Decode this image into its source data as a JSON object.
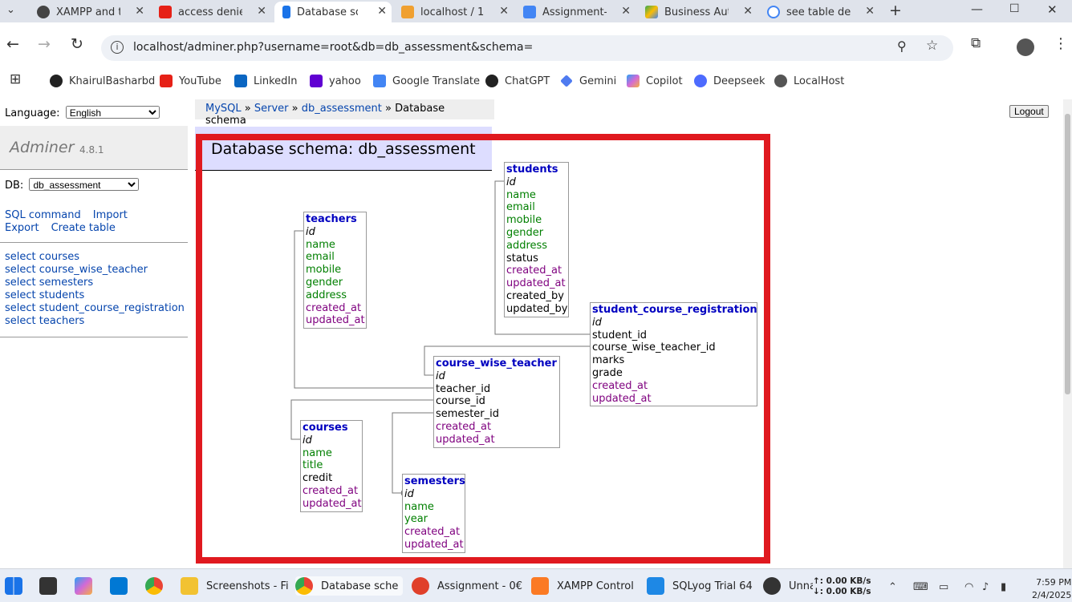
{
  "browser": {
    "tabs": [
      {
        "title": "XAMPP and t",
        "color": "#444",
        "active": false
      },
      {
        "title": "access denie",
        "color": "#e62117",
        "active": false
      },
      {
        "title": "Database sch",
        "color": "#1a73e8",
        "active": true
      },
      {
        "title": "localhost / 1",
        "color": "#f0a030",
        "active": false
      },
      {
        "title": "Assignment-",
        "color": "#4285f4",
        "active": false
      },
      {
        "title": "Business Aut",
        "color": "#34a853",
        "active": false
      },
      {
        "title": "see table des",
        "color": "#4285f4",
        "active": false
      }
    ],
    "url": "localhost/adminer.php?username=root&db=db_assessment&schema=",
    "bookmarks": [
      {
        "label": "KhairulBasharbd",
        "color": "#222"
      },
      {
        "label": "YouTube",
        "color": "#e62117"
      },
      {
        "label": "LinkedIn",
        "color": "#0a66c2"
      },
      {
        "label": "yahoo",
        "color": "#6001d2"
      },
      {
        "label": "Google Translate",
        "color": "#4285f4"
      },
      {
        "label": "ChatGPT",
        "color": "#222"
      },
      {
        "label": "Gemini",
        "color": "#4f7bf0"
      },
      {
        "label": "Copilot",
        "color": "#d36ad6"
      },
      {
        "label": "Deepseek",
        "color": "#4d6bfe"
      },
      {
        "label": "LocalHost",
        "color": "#555"
      }
    ]
  },
  "adminer": {
    "language_label": "Language:",
    "language_value": "English",
    "breadcrumb": {
      "mysql": "MySQL",
      "sep1": "»",
      "server": "Server",
      "sep2": "»",
      "db": "db_assessment",
      "sep3": "»",
      "current": "Database schema"
    },
    "logout_label": "Logout",
    "name": "Adminer",
    "version": "4.8.1",
    "db_label": "DB:",
    "db_value": "db_assessment",
    "links": {
      "sql": "SQL command",
      "import": "Import",
      "export": "Export",
      "create": "Create table"
    },
    "table_links": [
      "select courses",
      "select course_wise_teacher",
      "select semesters",
      "select students",
      "select student_course_registration",
      "select teachers"
    ],
    "heading": "Database schema: db_assessment"
  },
  "schema": {
    "teachers": {
      "name": "teachers",
      "cols": [
        {
          "n": "id",
          "t": "pk"
        },
        {
          "n": "name",
          "t": "str"
        },
        {
          "n": "email",
          "t": "str"
        },
        {
          "n": "mobile",
          "t": "str"
        },
        {
          "n": "gender",
          "t": "str"
        },
        {
          "n": "address",
          "t": "str"
        },
        {
          "n": "created_at",
          "t": "ts"
        },
        {
          "n": "updated_at",
          "t": "ts"
        }
      ]
    },
    "students": {
      "name": "students",
      "cols": [
        {
          "n": "id",
          "t": "pk"
        },
        {
          "n": "name",
          "t": "str"
        },
        {
          "n": "email",
          "t": "str"
        },
        {
          "n": "mobile",
          "t": "str"
        },
        {
          "n": "gender",
          "t": "str"
        },
        {
          "n": "address",
          "t": "str"
        },
        {
          "n": "status",
          "t": "num"
        },
        {
          "n": "created_at",
          "t": "ts"
        },
        {
          "n": "updated_at",
          "t": "ts"
        },
        {
          "n": "created_by",
          "t": "num"
        },
        {
          "n": "updated_by",
          "t": "num"
        }
      ]
    },
    "student_course_registration": {
      "name": "student_course_registration",
      "cols": [
        {
          "n": "id",
          "t": "pk"
        },
        {
          "n": "student_id",
          "t": "num"
        },
        {
          "n": "course_wise_teacher_id",
          "t": "num"
        },
        {
          "n": "marks",
          "t": "num"
        },
        {
          "n": "grade",
          "t": "num"
        },
        {
          "n": "created_at",
          "t": "ts"
        },
        {
          "n": "updated_at",
          "t": "ts"
        }
      ]
    },
    "course_wise_teacher": {
      "name": "course_wise_teacher",
      "cols": [
        {
          "n": "id",
          "t": "pk"
        },
        {
          "n": "teacher_id",
          "t": "num"
        },
        {
          "n": "course_id",
          "t": "num"
        },
        {
          "n": "semester_id",
          "t": "num"
        },
        {
          "n": "created_at",
          "t": "ts"
        },
        {
          "n": "updated_at",
          "t": "ts"
        }
      ]
    },
    "courses": {
      "name": "courses",
      "cols": [
        {
          "n": "id",
          "t": "pk"
        },
        {
          "n": "name",
          "t": "str"
        },
        {
          "n": "title",
          "t": "str"
        },
        {
          "n": "credit",
          "t": "num"
        },
        {
          "n": "created_at",
          "t": "ts"
        },
        {
          "n": "updated_at",
          "t": "ts"
        }
      ]
    },
    "semesters": {
      "name": "semesters",
      "cols": [
        {
          "n": "id",
          "t": "pk"
        },
        {
          "n": "name",
          "t": "str"
        },
        {
          "n": "year",
          "t": "str"
        },
        {
          "n": "created_at",
          "t": "ts"
        },
        {
          "n": "updated_at",
          "t": "ts"
        }
      ]
    }
  },
  "taskbar": {
    "items": [
      {
        "label": "Screenshots - Fi",
        "color": "#f2c232"
      },
      {
        "label": "Database schem",
        "color": "#1a73e8"
      },
      {
        "label": "Assignment - 0€",
        "color": "#e0402a"
      },
      {
        "label": "XAMPP Control",
        "color": "#fb7a24"
      },
      {
        "label": "SQLyog Trial 64",
        "color": "#1e88e5"
      },
      {
        "label": "Unnamed db a",
        "color": "#333"
      }
    ],
    "net_up": "↑: 0.00 KB/s",
    "net_down": "↓: 0.00 KB/s",
    "time": "7:59 PM",
    "date": "2/4/2025"
  },
  "colors": {
    "highlight_box": "#e0191f",
    "link": "#0645ad",
    "table_header": "#0000c0",
    "string_col": "#007f00",
    "timestamp_col": "#7f007f"
  }
}
